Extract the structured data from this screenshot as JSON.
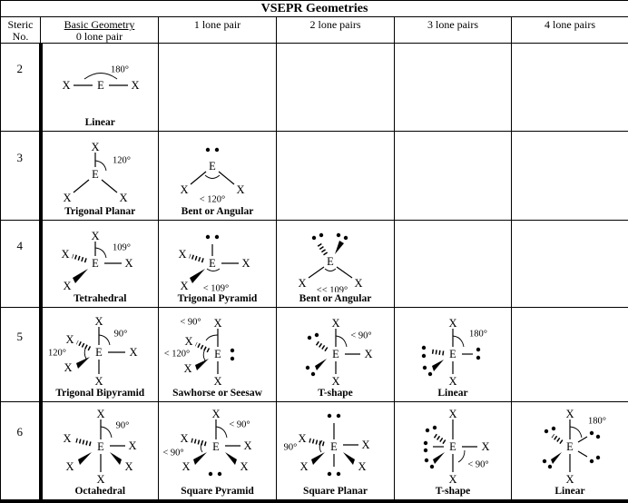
{
  "title": "VSEPR Geometries",
  "header": {
    "steric": "Steric No.",
    "basic_geometry": "Basic Geometry",
    "zero_lp": "0 lone pair",
    "one_lp": "1 lone pair",
    "two_lp": "2 lone pairs",
    "three_lp": "3 lone pairs",
    "four_lp": "4 lone pairs"
  },
  "atom": {
    "center": "E",
    "ligand": "X"
  },
  "rows": [
    {
      "steric": "2",
      "basic": {
        "name": "Linear",
        "angle": "180°"
      }
    },
    {
      "steric": "3",
      "basic": {
        "name": "Trigonal Planar",
        "angle": "120°"
      },
      "lp1": {
        "name": "Bent or Angular",
        "angle": "< 120°"
      }
    },
    {
      "steric": "4",
      "basic": {
        "name": "Tetrahedral",
        "angle": "109°"
      },
      "lp1": {
        "name": "Trigonal Pyramid",
        "angle": "< 109°"
      },
      "lp2": {
        "name": "Bent or Angular",
        "angle": "<< 109°"
      }
    },
    {
      "steric": "5",
      "basic": {
        "name": "Trigonal Bipyramid",
        "angle_axial": "90°",
        "angle_equatorial": "120°"
      },
      "lp1": {
        "name": "Sawhorse or Seesaw",
        "angle_axial": "< 90°",
        "angle_equatorial": "< 120°"
      },
      "lp2": {
        "name": "T-shape",
        "angle": "< 90°"
      },
      "lp3": {
        "name": "Linear",
        "angle": "180°"
      }
    },
    {
      "steric": "6",
      "basic": {
        "name": "Octahedral",
        "angle": "90°"
      },
      "lp1": {
        "name": "Square Pyramid",
        "angle1": "< 90°",
        "angle2": "< 90°"
      },
      "lp2": {
        "name": "Square Planar",
        "angle": "90°"
      },
      "lp3": {
        "name": "T-shape",
        "angle": "< 90°"
      },
      "lp4": {
        "name": "Linear",
        "angle": "180°"
      }
    }
  ]
}
